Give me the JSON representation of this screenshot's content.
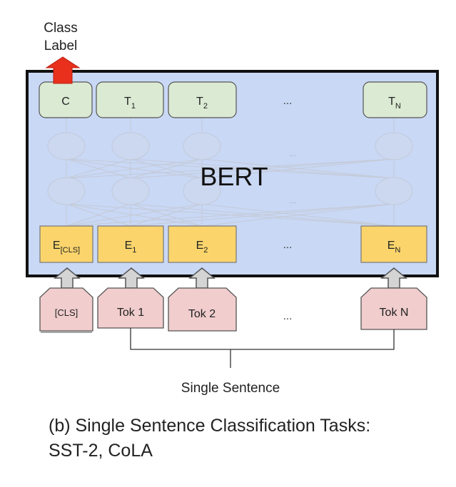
{
  "output": {
    "label_line1": "Class",
    "label_line2": "Label"
  },
  "model": {
    "name": "BERT"
  },
  "output_row": {
    "c": "C",
    "t1": {
      "base": "T",
      "sub": "1"
    },
    "t2": {
      "base": "T",
      "sub": "2"
    },
    "ellipsis": "...",
    "tn": {
      "base": "T",
      "sub": "N"
    }
  },
  "hidden_ellipsis": [
    "...",
    "..."
  ],
  "embedding_row": {
    "e_cls": {
      "base": "E",
      "sub": "[CLS]"
    },
    "e1": {
      "base": "E",
      "sub": "1"
    },
    "e2": {
      "base": "E",
      "sub": "2"
    },
    "ellipsis": "...",
    "en": {
      "base": "E",
      "sub": "N"
    }
  },
  "token_row": {
    "cls": "[CLS]",
    "tok1": "Tok 1",
    "tok2": "Tok 2",
    "ellipsis": "...",
    "tokn": "Tok N"
  },
  "input": {
    "label": "Single Sentence"
  },
  "caption": {
    "line1": "(b) Single Sentence Classification Tasks:",
    "line2": "SST-2, CoLA"
  },
  "colors": {
    "bert_fill": "#c9d8f5",
    "output_fill": "#dbead3",
    "embed_fill": "#fbd56c",
    "token_fill": "#f1cdcd",
    "arrow_red": "#e8301c",
    "arrow_grey": "#d4d4d4"
  }
}
